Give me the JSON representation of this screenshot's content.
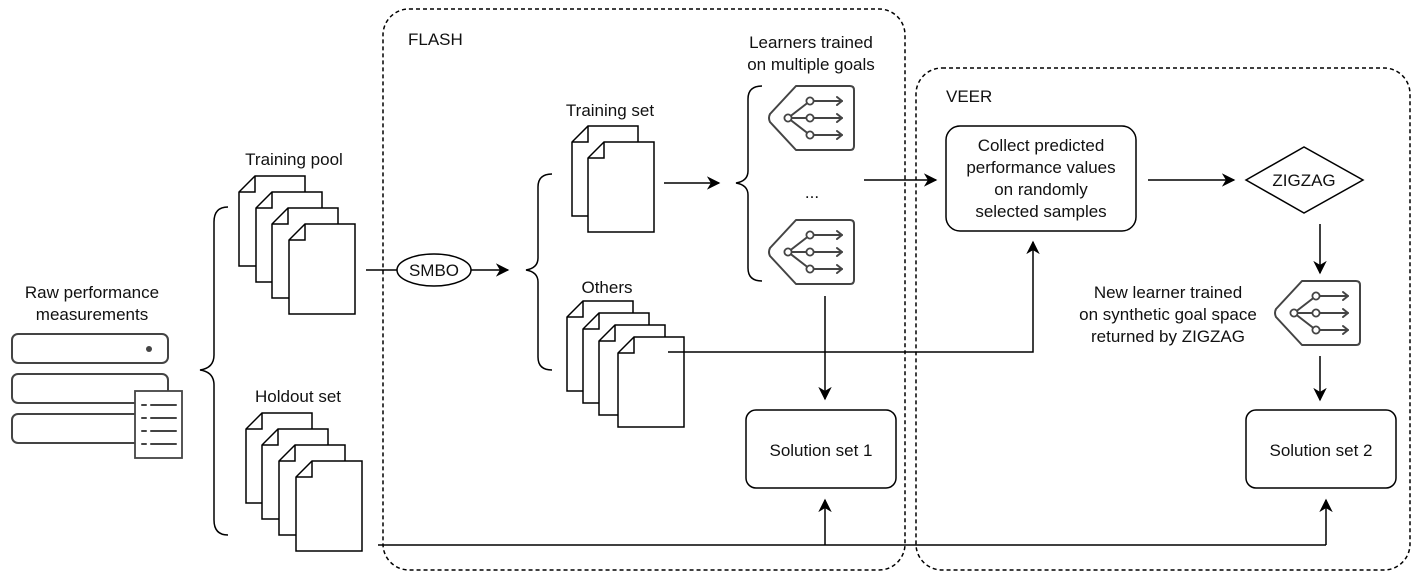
{
  "regions": {
    "flash_label": "FLASH",
    "veer_label": "VEER"
  },
  "inputs": {
    "raw_label_line1": "Raw performance",
    "raw_label_line2": "measurements",
    "training_pool_label": "Training pool",
    "holdout_set_label": "Holdout set"
  },
  "flash": {
    "smbo_label": "SMBO",
    "training_set_label": "Training set",
    "others_label": "Others",
    "learners_label_line1": "Learners trained",
    "learners_label_line2": "on multiple goals",
    "ellipsis": "...",
    "solution_set_1": "Solution set 1"
  },
  "veer": {
    "collect_line1": "Collect predicted",
    "collect_line2": "performance values",
    "collect_line3": "on randomly",
    "collect_line4": "selected samples",
    "zigzag_label": "ZIGZAG",
    "new_learner_line1": "New learner trained",
    "new_learner_line2": "on synthetic goal space",
    "new_learner_line3": "returned by ZIGZAG",
    "solution_set_2": "Solution set 2"
  },
  "icons": {
    "database": "server-stack-icon",
    "learner": "decision-tree-tag-icon"
  },
  "colors": {
    "stroke": "#000000",
    "icon": "#444444"
  }
}
